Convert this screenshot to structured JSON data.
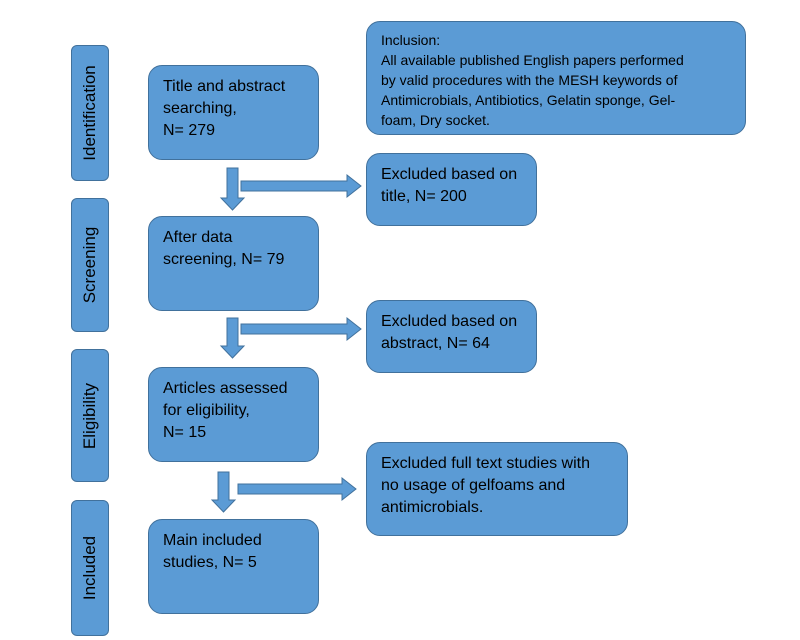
{
  "stages": [
    {
      "label": "Identification"
    },
    {
      "label": "Screening"
    },
    {
      "label": "Eligibility"
    },
    {
      "label": "Included"
    }
  ],
  "main_boxes": [
    {
      "text": "Title and abstract\nsearching,\nN= 279"
    },
    {
      "text": "After data\nscreening, N= 79"
    },
    {
      "text": "Articles assessed\nfor eligibility,\nN= 15"
    },
    {
      "text": "Main included\nstudies, N= 5"
    }
  ],
  "side_boxes": [
    {
      "text": "Inclusion:\nAll available published English papers performed\nby valid procedures with the MESH keywords of\nAntimicrobials, Antibiotics, Gelatin sponge, Gel-\nfoam, Dry socket."
    },
    {
      "text": "Excluded based on\ntitle, N= 200"
    },
    {
      "text": "Excluded based on\nabstract, N= 64"
    },
    {
      "text": "Excluded full text studies with\nno usage of gelfoams and\nantimicrobials."
    }
  ],
  "colors": {
    "fill": "#5b9bd5",
    "border": "#41719c"
  }
}
